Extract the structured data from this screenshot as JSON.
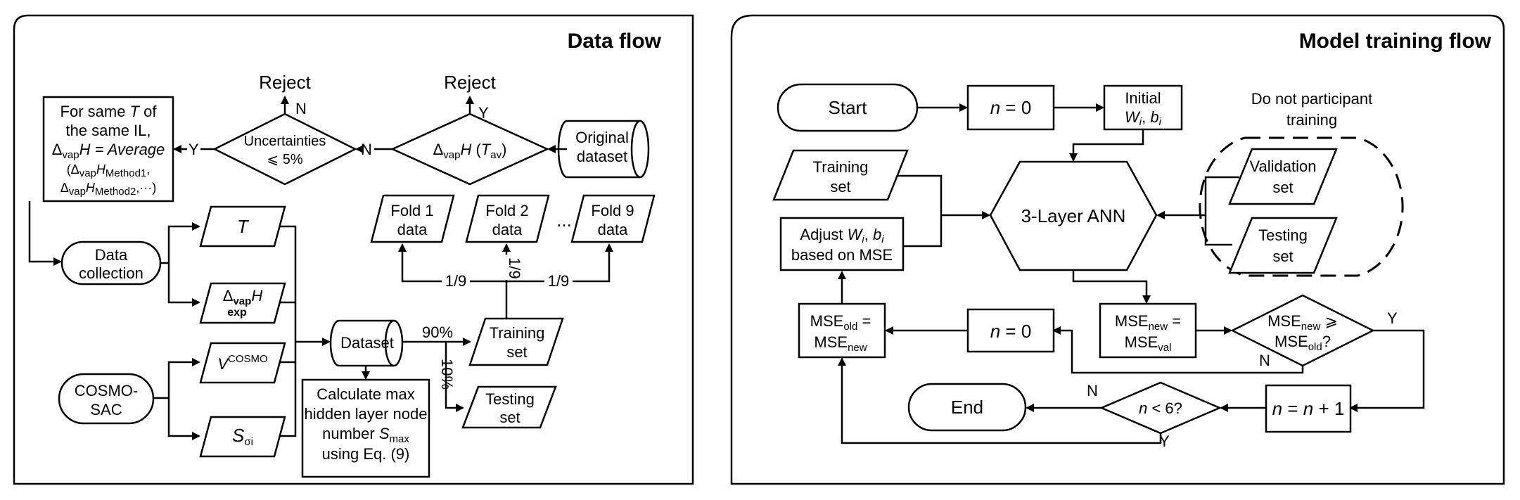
{
  "left_panel": {
    "title": "Data flow",
    "avg_box": {
      "line1_a": "For same ",
      "line1_t": "T",
      "line1_b": " of",
      "line2": "the same IL,",
      "line3_a": "Δ",
      "line3_sub": "vap",
      "line3_b": "H = Average",
      "line4_a": "(Δ",
      "line4_sub1": "vap",
      "line4_h": "H",
      "line4_sub2": "Method1",
      "line4_b": ",",
      "line5_a": "Δ",
      "line5_sub1": "vap",
      "line5_h": "H",
      "line5_sub2": "Method2",
      "line5_b": ",···)"
    },
    "uncert_diamond": {
      "line1": "Uncertainties",
      "line2": "⩽ 5%"
    },
    "dh_diamond": {
      "delta": "Δ",
      "sub": "vap",
      "h": "H",
      "paren_open": " (",
      "t": "T",
      "t_sub": "av",
      "paren_close": ")"
    },
    "original_dataset": {
      "line1": "Original",
      "line2": "dataset"
    },
    "reject_1": "Reject",
    "reject_2": "Reject",
    "n_label": "N",
    "n_label_2": "N",
    "y_label": "Y",
    "y_label_2": "Y",
    "data_collection": {
      "line1": "Data",
      "line2": "collection"
    },
    "cosmo_sac": {
      "line1": "COSMO-",
      "line2": "SAC"
    },
    "input_t": "T",
    "input_dh": {
      "delta": "Δ",
      "sub": "vap",
      "h": "H",
      "exp": "exp"
    },
    "input_v": {
      "v": "V",
      "sup": "COSMO"
    },
    "input_s": {
      "s": "S",
      "sub": "σi"
    },
    "dataset": "Dataset",
    "calc_box": {
      "line1": "Calculate max",
      "line2": "hidden layer node",
      "line3_a": "number ",
      "line3_s": "S",
      "line3_sub": "max",
      "line4": "using Eq. (9)"
    },
    "pct_90": "90%",
    "pct_10": "10%",
    "training_set": {
      "line1": "Training",
      "line2": "set"
    },
    "testing_set": {
      "line1": "Testing",
      "line2": "set"
    },
    "folds": [
      {
        "line1": "Fold 1",
        "line2": "data"
      },
      {
        "line1": "Fold 2",
        "line2": "data"
      },
      {
        "line1": "Fold 9",
        "line2": "data"
      }
    ],
    "ellipsis": "...",
    "ninth_1": "1/9",
    "ninth_2": "1/9",
    "ninth_3": "1/9"
  },
  "right_panel": {
    "title": "Model training flow",
    "start": "Start",
    "n_zero_1": {
      "n": "n",
      "rest": " = 0"
    },
    "initial_box": {
      "line1": "Initial",
      "w": "W",
      "w_sub": "i",
      "comma": ", ",
      "b": "b",
      "b_sub": "i"
    },
    "not_participant": {
      "line1": "Do not participant",
      "line2": "training"
    },
    "training_set": {
      "line1": "Training",
      "line2": "set"
    },
    "adjust_box": {
      "line1_a": "Adjust ",
      "w": "W",
      "w_sub": "i",
      "comma": ", ",
      "b": "b",
      "b_sub": "i",
      "line2": "based on MSE"
    },
    "ann": "3-Layer ANN",
    "validation_set": {
      "line1": "Validation",
      "line2": "set"
    },
    "testing_set": {
      "line1": "Testing",
      "line2": "set"
    },
    "mse_new_val": {
      "mse": "MSE",
      "sub_new": "new",
      "eq": " =",
      "mse2": "MSE",
      "sub_val": "val"
    },
    "compare": {
      "mse": "MSE",
      "sub_new": "new",
      "geq": " ⩾",
      "mse2": "MSE",
      "sub_old": "old",
      "q": "?"
    },
    "n_zero_2": {
      "n": "n",
      "rest": " = 0"
    },
    "mse_old_new": {
      "mse": "MSE",
      "sub_old": "old",
      "eq": " =",
      "mse2": "MSE",
      "sub_new": "new"
    },
    "end": "End",
    "n_lt_6": {
      "n": "n",
      "rest": " < 6?"
    },
    "n_plus_1": {
      "n1": "n",
      "mid": " = ",
      "n2": "n",
      "rest": " + 1"
    },
    "y_label": "Y",
    "n_label": "N",
    "n_label_2": "N",
    "y_label_2": "Y"
  }
}
